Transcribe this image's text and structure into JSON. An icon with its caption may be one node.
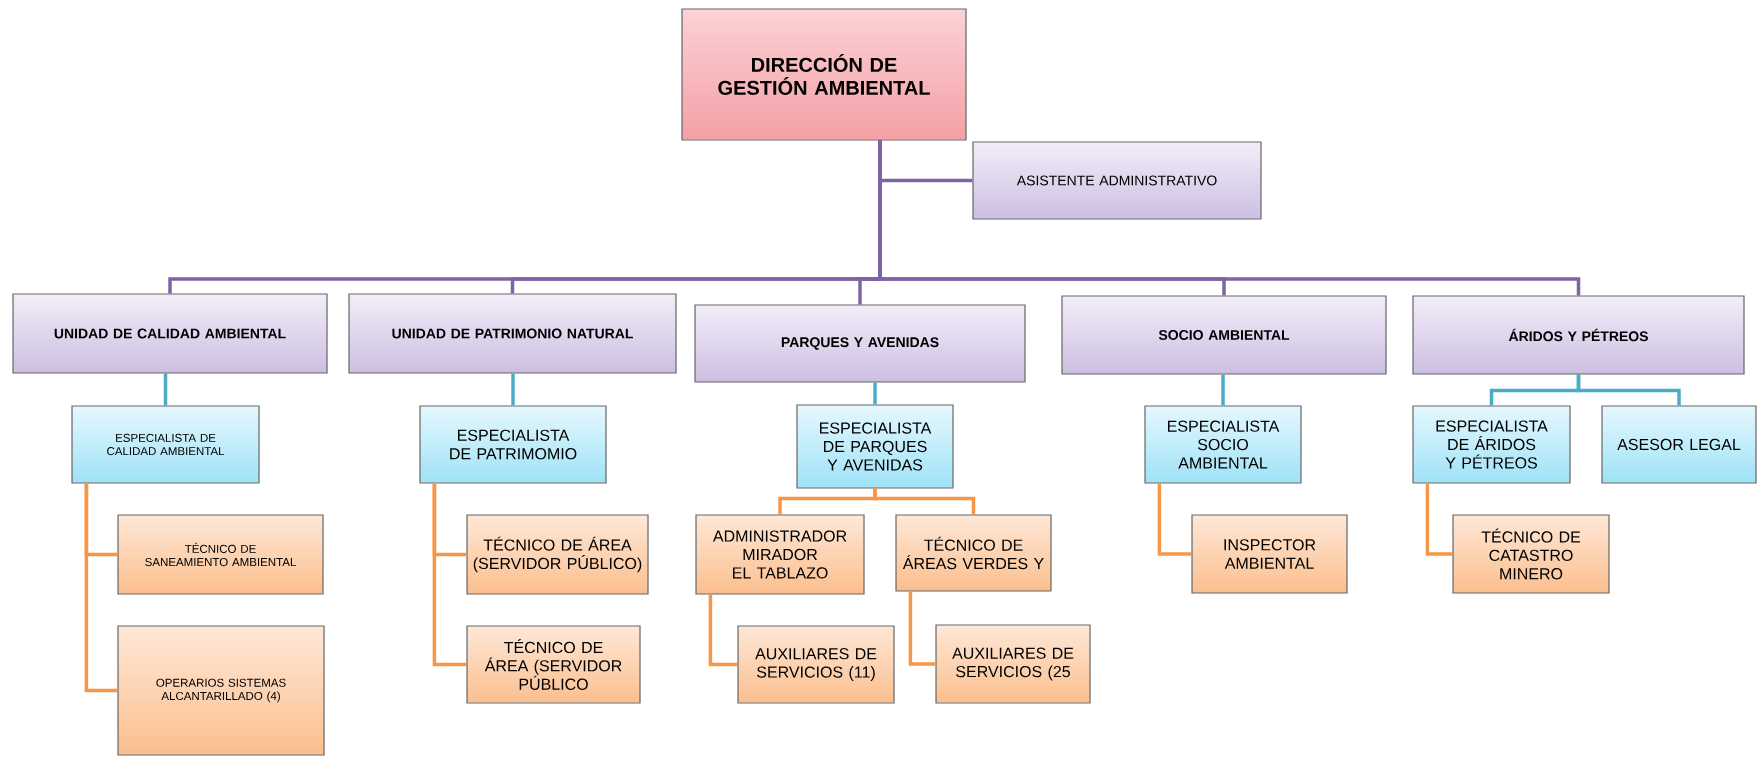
{
  "diagram": {
    "nodes": [
      {
        "text": [
          "DIRECCIÓN DE GESTIÓN AMBIENTAL"
        ]
      },
      {
        "text": [
          "ASISTENTE ADMINISTRATIVO"
        ]
      },
      {
        "text": [
          "UNIDAD DE CALIDAD AMBIENTAL"
        ]
      },
      {
        "text": [
          "UNIDAD DE PATRIMONIO NATURAL"
        ]
      },
      {
        "text": [
          "PARQUES Y AVENIDAS"
        ]
      },
      {
        "text": [
          "SOCIO AMBIENTAL"
        ]
      },
      {
        "text": [
          "ÁRIDOS Y PÉTREOS"
        ]
      },
      {
        "text": [
          "ESPECIALISTA DE CALIDAD AMBIENTAL"
        ]
      },
      {
        "text": [
          "ESPECIALISTA DE PATRIMOMIO"
        ]
      },
      {
        "text": [
          "ESPECIALISTA DE PARQUES Y AVENIDAS"
        ]
      },
      {
        "text": [
          "ESPECIALISTA SOCIO AMBIENTAL"
        ]
      },
      {
        "text": [
          "ESPECIALISTA DE ÁRIDOS Y PÉTREOS"
        ]
      },
      {
        "text": [
          "ASESOR LEGAL"
        ]
      },
      {
        "text": [
          "TÉCNICO DE SANEAMIENTO AMBIENTAL"
        ]
      },
      {
        "text": [
          "OPERARIOS SISTEMAS ALCANTARILLADO (4)"
        ]
      },
      {
        "text": [
          "TÉCNICO DE ÁREA (SERVIDOR PÚBLICO)"
        ]
      },
      {
        "text": [
          "TÉCNICO DE ÁREA (SERVIDOR PÚBLICO"
        ]
      },
      {
        "text": [
          "ADMINISTRADOR MIRADOR EL TABLAZO"
        ]
      },
      {
        "text": [
          "TÉCNICO DE ÁREAS VERDES Y"
        ]
      },
      {
        "text": [
          "AUXILIARES DE SERVICIOS (11)"
        ]
      },
      {
        "text": [
          "AUXILIARES DE SERVICIOS (25"
        ]
      },
      {
        "text": [
          "INSPECTOR AMBIENTAL"
        ]
      },
      {
        "text": [
          "TÉCNICO DE CATASTRO MINERO"
        ]
      }
    ],
    "edges": [
      {
        "from": 0,
        "to": 1,
        "arrow": "none",
        "color": "#8064a2"
      },
      {
        "from": 0,
        "to": 2,
        "arrow": "none",
        "color": "#8064a2"
      },
      {
        "from": 0,
        "to": 3,
        "arrow": "none",
        "color": "#8064a2"
      },
      {
        "from": 0,
        "to": 4,
        "arrow": "none",
        "color": "#8064a2"
      },
      {
        "from": 0,
        "to": 5,
        "arrow": "none",
        "color": "#8064a2"
      },
      {
        "from": 0,
        "to": 6,
        "arrow": "none",
        "color": "#8064a2"
      },
      {
        "from": 2,
        "to": 7,
        "arrow": "none",
        "color": "#4bacc6"
      },
      {
        "from": 3,
        "to": 8,
        "arrow": "none",
        "color": "#4bacc6"
      },
      {
        "from": 4,
        "to": 9,
        "arrow": "none",
        "color": "#4bacc6"
      },
      {
        "from": 5,
        "to": 10,
        "arrow": "none",
        "color": "#4bacc6"
      },
      {
        "from": 6,
        "to": 11,
        "arrow": "none",
        "color": "#4bacc6"
      },
      {
        "from": 6,
        "to": 12,
        "arrow": "none",
        "color": "#4bacc6"
      },
      {
        "from": 7,
        "to": 13,
        "arrow": "none"
      },
      {
        "from": 7,
        "to": 14,
        "arrow": "none"
      },
      {
        "from": 8,
        "to": 15,
        "arrow": "none"
      },
      {
        "from": 8,
        "to": 16,
        "arrow": "none"
      },
      {
        "from": 9,
        "to": 17,
        "arrow": "none"
      },
      {
        "from": 9,
        "to": 18,
        "arrow": "none"
      },
      {
        "from": 17,
        "to": 19,
        "arrow": "none"
      },
      {
        "from": 18,
        "to": 20,
        "arrow": "none"
      },
      {
        "from": 10,
        "to": 21,
        "arrow": "none"
      },
      {
        "from": 11,
        "to": 22,
        "arrow": "none"
      }
    ]
  }
}
